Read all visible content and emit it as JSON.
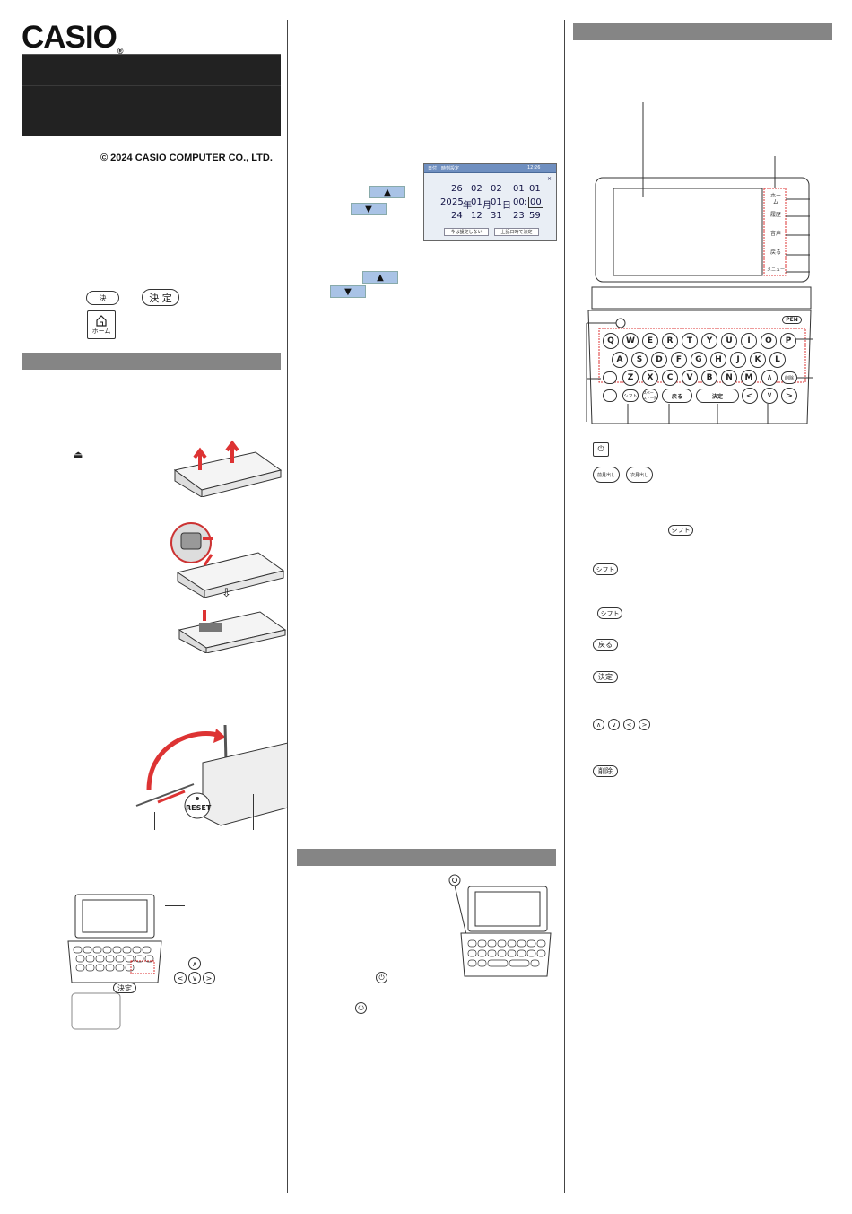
{
  "brand": {
    "logo": "CASIO",
    "registered": "®"
  },
  "copyright": "© 2024 CASIO COMPUTER CO., LTD.",
  "legend": {
    "key_small": "決",
    "key_kettei": "決 定",
    "home_label": "ホーム"
  },
  "datetime_screen": {
    "header": "日付・時刻設定",
    "clock": "12:26",
    "close": "×",
    "top_row": [
      "26",
      "02",
      "02",
      "01",
      "01"
    ],
    "mid_row": [
      "20",
      "25",
      "年",
      "01",
      "月",
      "01",
      "日",
      "00",
      ":",
      "00"
    ],
    "bottom_row": [
      "24",
      "12",
      "31",
      "23",
      "59"
    ],
    "button_left": "今は設定しない",
    "button_right": "上記日時で決定",
    "up_arrow": "▲",
    "down_arrow": "▼"
  },
  "reset_label": "RESET",
  "device_keys": {
    "row1": [
      "Q",
      "W",
      "E",
      "R",
      "T",
      "Y",
      "U",
      "I",
      "O",
      "P"
    ],
    "row2": [
      "A",
      "S",
      "D",
      "F",
      "G",
      "H",
      "J",
      "K",
      "L"
    ],
    "row3": [
      "Z",
      "X",
      "C",
      "V",
      "B",
      "N",
      "M"
    ],
    "pen": "PEN",
    "modoru": "戻る",
    "kettei": "決定",
    "shift": "シフト",
    "space": "スペース・一覧",
    "delete": "削除",
    "side_buttons": [
      "ホーム",
      "履歴",
      "音声",
      "戻る",
      "メニュー"
    ],
    "arrow_left": "<",
    "arrow_right": ">",
    "arrow_up": "∧",
    "arrow_down": "∨"
  },
  "right_legend": {
    "power": "⏻",
    "shift": "シフト",
    "modoru": "戻る",
    "kettei": "決定",
    "sakujo": "削除",
    "arrows": [
      "∧",
      "∨",
      "<",
      ">"
    ],
    "yorei_up": "前見出し",
    "yorei_down": "次見出し"
  },
  "small_device": {
    "kettei": "決定"
  }
}
